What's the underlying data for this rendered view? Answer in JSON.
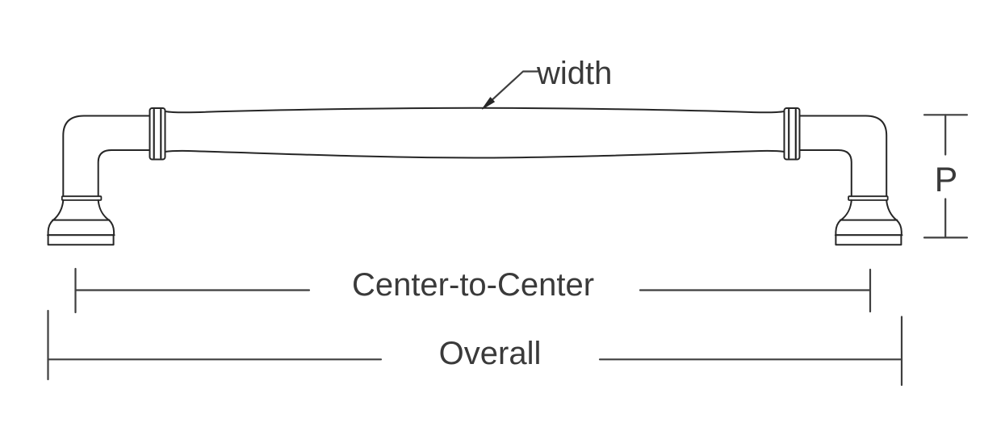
{
  "page": {
    "background": "#ffffff"
  },
  "diagram": {
    "type": "technical-line-drawing",
    "subject": "cabinet-pull-handle-front-view",
    "colors": {
      "outline": "#262626",
      "dimension_lines": "#3f3f3f",
      "text": "#3a3a3a",
      "background": "#ffffff"
    },
    "labels": {
      "width": "width",
      "projection": "P",
      "center_to_center": "Center-to-Center",
      "overall": "Overall"
    }
  }
}
